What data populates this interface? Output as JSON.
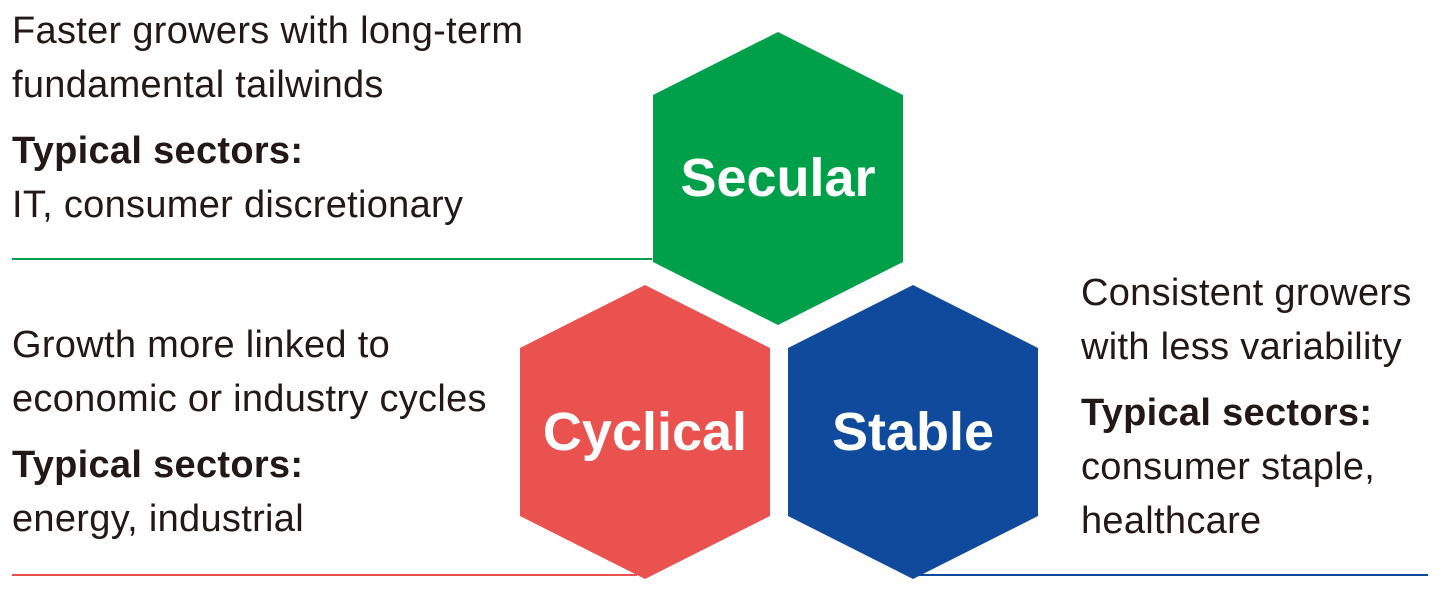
{
  "segments": {
    "secular": {
      "label": "Secular",
      "color": "#00a04a",
      "description_line1": "Faster growers with long-term",
      "description_line2": "fundamental tailwinds",
      "sectors_heading": "Typical sectors:",
      "sectors_line1": "IT, consumer  discretionary"
    },
    "cyclical": {
      "label": "Cyclical",
      "color": "#e9524f",
      "description_line1": "Growth more linked to",
      "description_line2": "economic or industry cycles",
      "sectors_heading": "Typical sectors:",
      "sectors_line1": "energy, industrial"
    },
    "stable": {
      "label": "Stable",
      "color": "#0f4a9c",
      "description_line1": "Consistent growers",
      "description_line2": "with less variability",
      "sectors_heading": "Typical sectors:",
      "sectors_line1": "consumer staple,",
      "sectors_line2": "healthcare"
    }
  }
}
